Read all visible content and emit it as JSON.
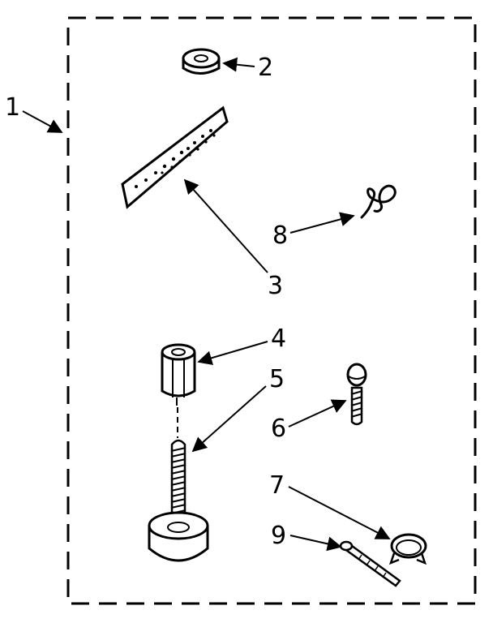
{
  "diagram": {
    "callouts": {
      "kit_bracket": "1",
      "washer": "2",
      "plate": "3",
      "coupling_nut": "4",
      "stud": "5",
      "screw": "6",
      "hose_clamp": "7",
      "wire_clip": "8",
      "cable_tie": "9"
    }
  }
}
